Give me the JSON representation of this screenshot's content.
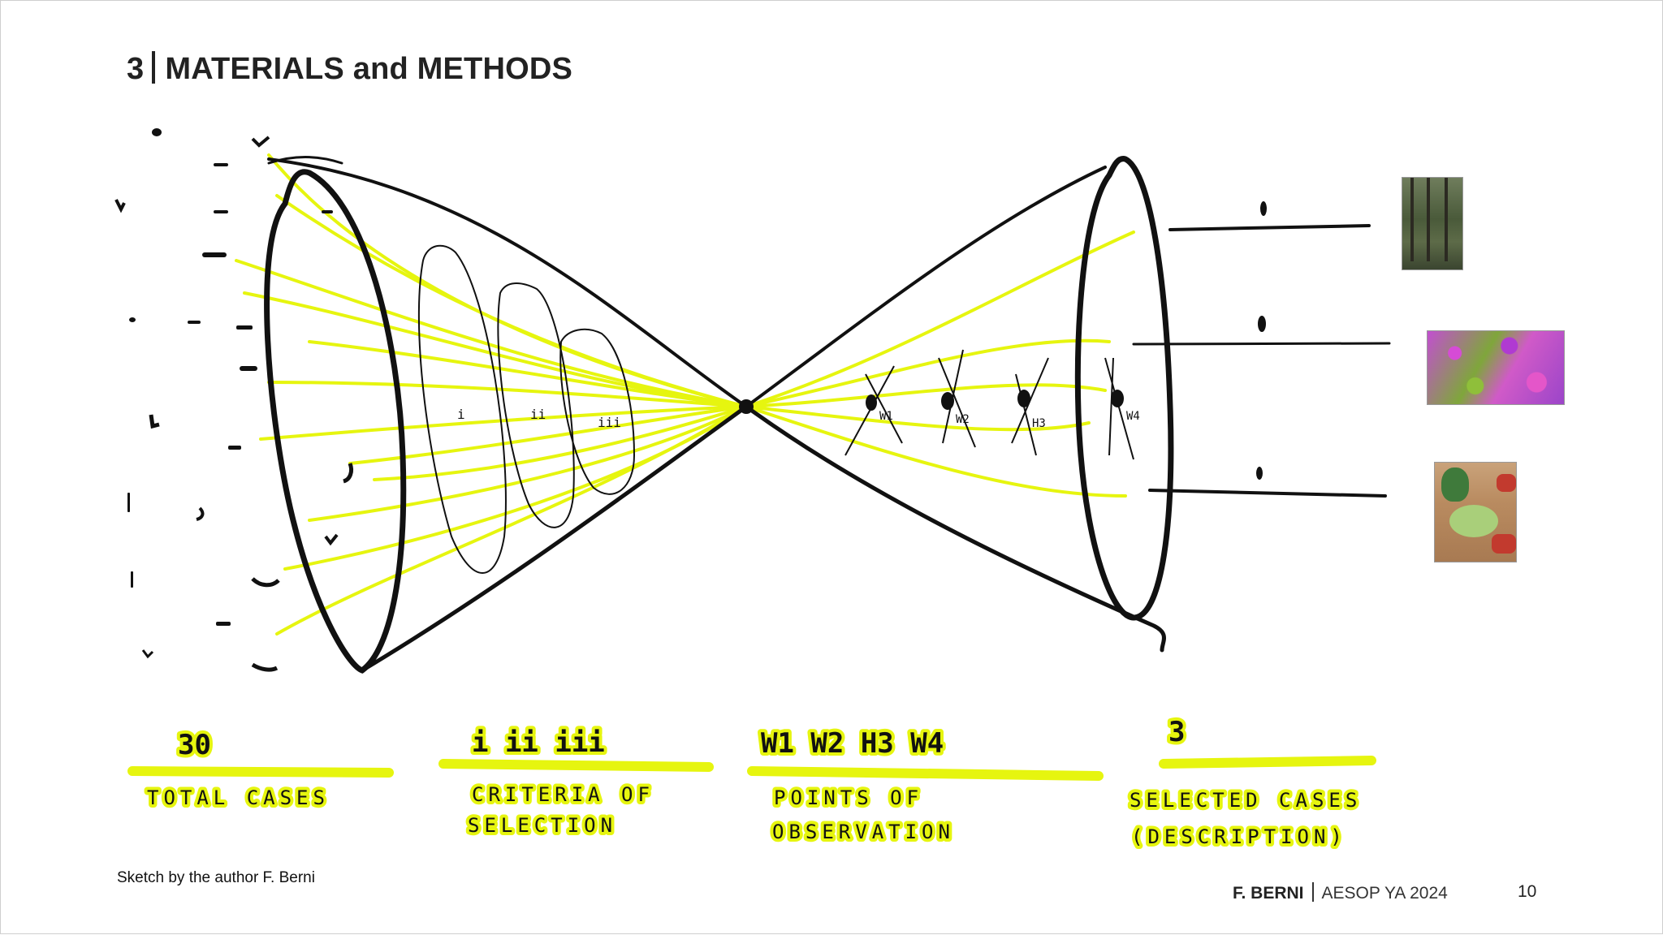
{
  "slide": {
    "section_number": "3",
    "title": "MATERIALS and METHODS",
    "caption": "Sketch by the author F. Berni",
    "footer": {
      "author": "F. BERNI",
      "event": "AESOP YA 2024"
    },
    "page_number": "10"
  },
  "sketch": {
    "inner_labels": {
      "criteria": [
        "i",
        "ii",
        "iii"
      ],
      "points": [
        "W1",
        "W2",
        "H3",
        "W4"
      ]
    },
    "stages": [
      {
        "value": "30",
        "label_lines": [
          "TOTAL CASES"
        ]
      },
      {
        "value": "i   ii   iii",
        "label_lines": [
          "CRITERIA OF",
          "SELECTION"
        ]
      },
      {
        "value": "W1 W2 H3 W4",
        "label_lines": [
          "POINTS OF",
          "OBSERVATION"
        ]
      },
      {
        "value": "3",
        "label_lines": [
          "SELECTED CASES",
          "(DESCRIPTION)"
        ]
      }
    ],
    "highlight_color": "#e6f50f",
    "ink_color": "#111111"
  },
  "thumbnails": [
    "forest-photo",
    "flower-field-photo",
    "kitchen-photo"
  ]
}
